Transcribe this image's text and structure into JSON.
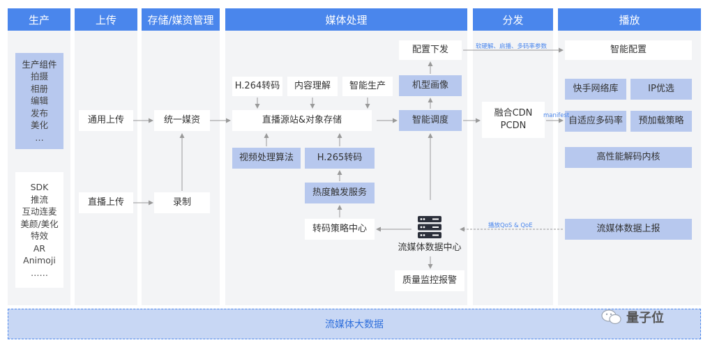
{
  "headers": {
    "production": "生产",
    "upload": "上传",
    "storage": "存储/媒资管理",
    "media": "媒体处理",
    "distribution": "分发",
    "playback": "播放"
  },
  "production": {
    "components": [
      "生产组件",
      "拍摄",
      "相册",
      "编辑",
      "发布",
      "美化",
      "…"
    ],
    "sdk": [
      "SDK",
      "推流",
      "互动连麦",
      "美颜/美化",
      "特效",
      "AR",
      "Animoji",
      "……"
    ]
  },
  "upload": {
    "general": "通用上传",
    "live": "直播上传"
  },
  "storage": {
    "unified": "统一媒资",
    "record": "录制"
  },
  "media": {
    "h264": "H.264转码",
    "content": "内容理解",
    "smart_gen": "智能生产",
    "origin_storage": "直播源站&对象存储",
    "video_algo": "视频处理算法",
    "h265": "H.265转码",
    "hot_trigger": "热度触发服务",
    "transcode_center": "转码策略中心",
    "config_dispatch": "配置下发",
    "device_profile": "机型画像",
    "smart_sched": "智能调度",
    "data_center": "流媒体数据中心",
    "quality_alarm": "质量监控报警"
  },
  "distribution": {
    "cdn_line1": "融合CDN",
    "cdn_line2": "PCDN"
  },
  "playback": {
    "smart_config": "智能配置",
    "kuaishou_net": "快手网络库",
    "ip_opt": "IP优选",
    "adaptive": "自适应多码率",
    "preload": "预加载策略",
    "decoder": "高性能解码内核",
    "data_report": "流媒体数据上报"
  },
  "labels": {
    "decode_params": "软硬解、启播、多码率参数",
    "manifest": "manifest",
    "qos": "播放QoS & QoE"
  },
  "bigdata": "流媒体大数据",
  "watermark": "量子位",
  "colors": {
    "header": "#4a86ec",
    "column": "#f3f4f6",
    "accent_box": "#b7c8ee",
    "arrow": "#999999"
  }
}
